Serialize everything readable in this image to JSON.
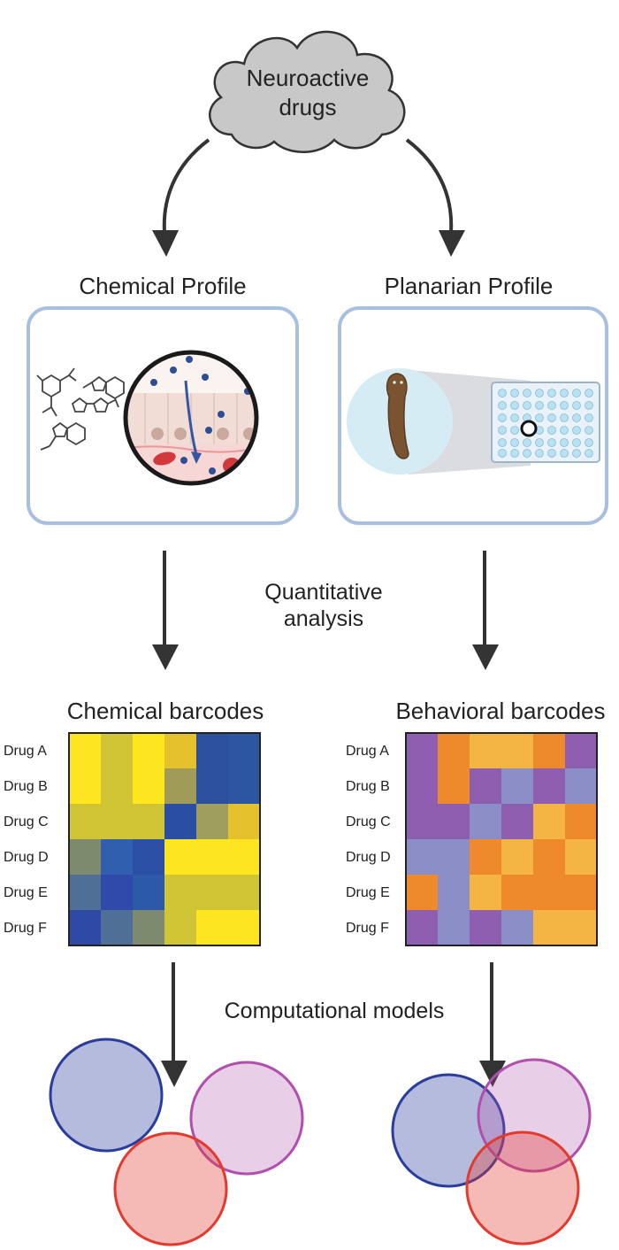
{
  "source": {
    "line1": "Neuroactive",
    "line2": "drugs"
  },
  "panels": {
    "chemical_profile": "Chemical Profile",
    "planarian_profile": "Planarian Profile"
  },
  "steps": {
    "quantitative_line1": "Quantitative",
    "quantitative_line2": "analysis",
    "computational": "Computational models"
  },
  "barcodes": {
    "chemical": {
      "title": "Chemical barcodes",
      "rows": [
        "Drug A",
        "Drug B",
        "Drug C",
        "Drug D",
        "Drug E",
        "Drug F"
      ],
      "columns": 6,
      "cells": [
        [
          "#fbe620",
          "#d0c534",
          "#fbe620",
          "#e6c12e",
          "#2c4f9e",
          "#2c55a2"
        ],
        [
          "#fbe620",
          "#d0c534",
          "#fbe620",
          "#a09c57",
          "#2c4f9e",
          "#2c55a2"
        ],
        [
          "#d0c534",
          "#d0c534",
          "#d0c534",
          "#2a4ea4",
          "#9f9e5c",
          "#e6c12e"
        ],
        [
          "#7e8a6e",
          "#2f5fae",
          "#2c4fa6",
          "#fbe620",
          "#fbe620",
          "#fbe620"
        ],
        [
          "#4f6f96",
          "#2f4aa8",
          "#2c59a8",
          "#d0c534",
          "#d0c534",
          "#d0c534"
        ],
        [
          "#2e4aa6",
          "#4f6f96",
          "#7e8a6e",
          "#d0c534",
          "#fbe620",
          "#fbe620"
        ]
      ]
    },
    "behavioral": {
      "title": "Behavioral barcodes",
      "rows": [
        "Drug A",
        "Drug B",
        "Drug C",
        "Drug D",
        "Drug E",
        "Drug F"
      ],
      "columns": 6,
      "cells": [
        [
          "#8e5fb0",
          "#ef8a2c",
          "#f5b542",
          "#f5b542",
          "#ef8a2c",
          "#8e5fb0"
        ],
        [
          "#8e5fb0",
          "#ef8a2c",
          "#8e5fb0",
          "#8c8ec8",
          "#8e5fb0",
          "#8c8ec8"
        ],
        [
          "#8e5fb0",
          "#8e5fb0",
          "#8c8ec8",
          "#8e5fb0",
          "#f5b542",
          "#ef8a2c"
        ],
        [
          "#8c8ec8",
          "#8c8ec8",
          "#ef8a2c",
          "#f5b542",
          "#ef8a2c",
          "#f5b542"
        ],
        [
          "#ef8a2c",
          "#8c8ec8",
          "#f5b542",
          "#ef8a2c",
          "#ef8a2c",
          "#ef8a2c"
        ],
        [
          "#8e5fb0",
          "#8c8ec8",
          "#8e5fb0",
          "#8c8ec8",
          "#f5b542",
          "#f5b542"
        ]
      ]
    }
  },
  "colors": {
    "arrow": "#333333",
    "panel_border": "#a9bfe0",
    "cloud_fill": "#c8c8c8",
    "cloud_stroke": "#333333",
    "circle_blue": "#2a3d9c",
    "circle_purple": "#b04fae",
    "circle_red": "#e23a2e"
  },
  "icons": {
    "chemical_panel": [
      "molecule-structures-icon",
      "cell-membrane-magnifier-icon"
    ],
    "planarian_panel": [
      "planarian-worm-icon",
      "well-plate-icon"
    ]
  }
}
